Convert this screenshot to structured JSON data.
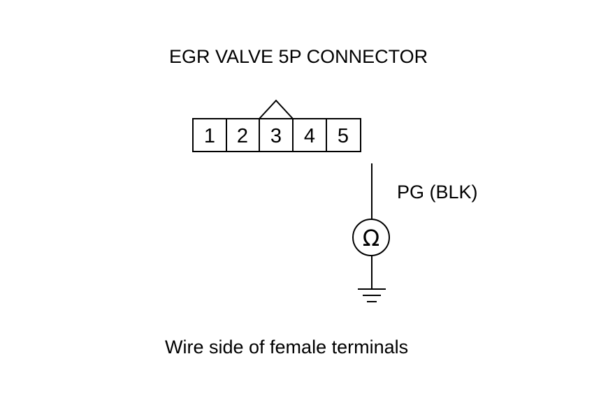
{
  "title": "EGR VALVE 5P CONNECTOR",
  "connector": {
    "pins": [
      "1",
      "2",
      "3",
      "4",
      "5"
    ],
    "keyed_pin": "3"
  },
  "wire_label": "PG (BLK)",
  "meter_symbol": "Ω",
  "caption": "Wire side of female terminals",
  "colors": {
    "line": "#000000",
    "background": "#ffffff"
  },
  "icons": [
    "ohmmeter-icon",
    "ground-icon"
  ]
}
